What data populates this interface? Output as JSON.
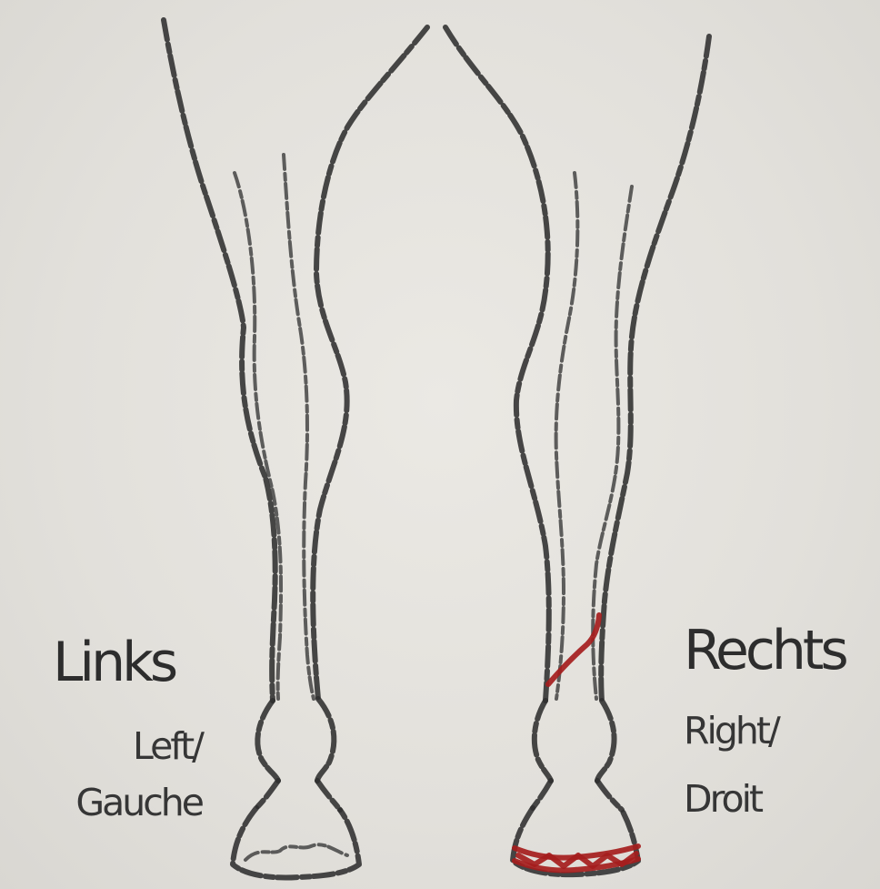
{
  "labels": {
    "left": {
      "main": "Links",
      "sub1": "Left/",
      "sub2": "Gauche"
    },
    "right": {
      "main": "Rechts",
      "sub1": "Right/",
      "sub2": "Droit"
    }
  },
  "colors": {
    "ink": "#2f2f2f",
    "marker": "#a51d1d",
    "paper": "#e4e2dd"
  },
  "markings": {
    "left_leg": "none",
    "right_leg": [
      "cannon-diagonal-line",
      "hoof-band"
    ]
  }
}
